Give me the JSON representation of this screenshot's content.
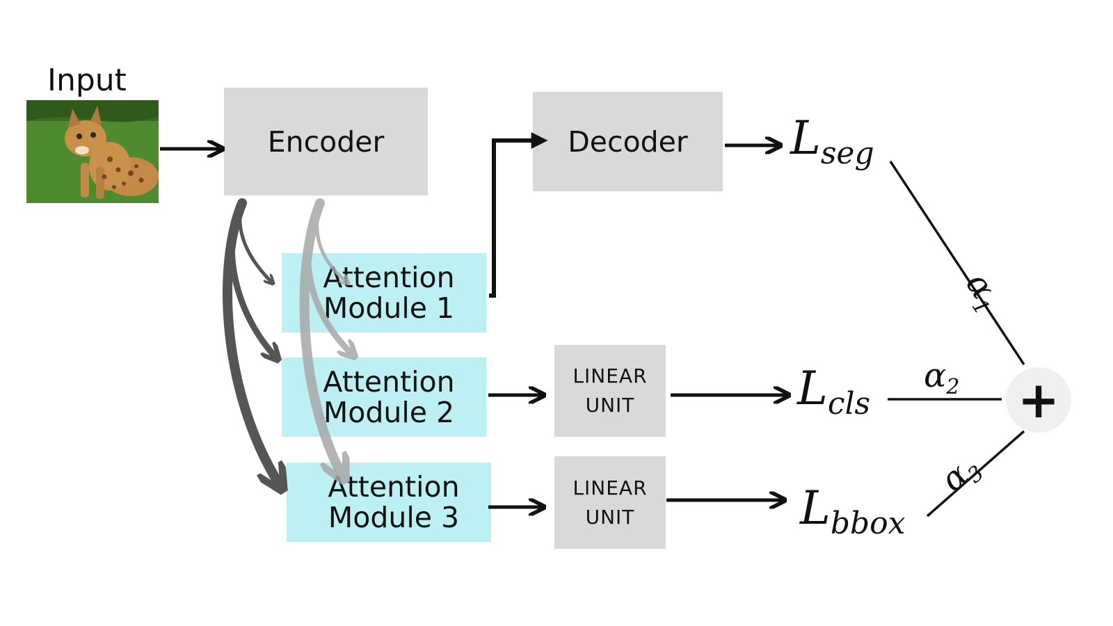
{
  "input": {
    "label": "Input"
  },
  "encoder": {
    "label": "Encoder"
  },
  "decoder": {
    "label": "Decoder"
  },
  "attention_modules": [
    {
      "line1": "Attention",
      "line2": "Module 1"
    },
    {
      "line1": "Attention",
      "line2": "Module 2"
    },
    {
      "line1": "Attention",
      "line2": "Module 3"
    }
  ],
  "linear_units": [
    {
      "line1": "LINEAR",
      "line2": "UNIT"
    },
    {
      "line1": "LINEAR",
      "line2": "UNIT"
    }
  ],
  "losses": {
    "seg": {
      "symbol": "L",
      "subscript": "seg"
    },
    "cls": {
      "symbol": "L",
      "subscript": "cls"
    },
    "bbox": {
      "symbol": "L",
      "subscript": "bbox"
    }
  },
  "weights": [
    {
      "symbol": "α",
      "subscript": "1"
    },
    {
      "symbol": "α",
      "subscript": "2"
    },
    {
      "symbol": "α",
      "subscript": "3"
    }
  ],
  "sum": {
    "symbol": "+"
  },
  "colors": {
    "grey_box": "#d9d9d9",
    "attention_box": "#bdf0f3",
    "arrow": "#111111",
    "dark_skip": "#555555",
    "light_skip": "#a8a8a8"
  },
  "icons": {
    "input_image": "cat-photo-icon"
  }
}
